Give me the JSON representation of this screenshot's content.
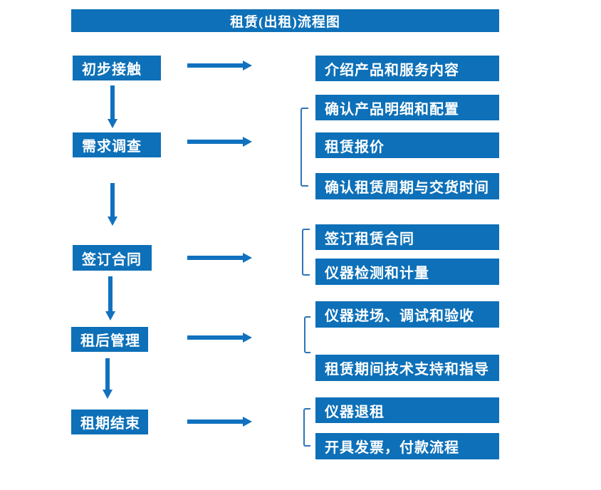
{
  "title": "租赁(出租)流程图",
  "colors": {
    "box": "#0d70b8",
    "arrow": "#1171bf",
    "bracket": "#2e75b6",
    "text": "#ffffff",
    "background": "#ffffff"
  },
  "stages": [
    {
      "label": "初步接触",
      "outputs": [
        "介绍产品和服务内容"
      ]
    },
    {
      "label": "需求调查",
      "outputs": [
        "确认产品明细和配置",
        "租赁报价",
        "确认租赁周期与交货时间"
      ]
    },
    {
      "label": "签订合同",
      "outputs": [
        "签订租赁合同",
        "仪器检测和计量"
      ]
    },
    {
      "label": "租后管理",
      "outputs": [
        "仪器进场、调试和验收",
        "租赁期间技术支持和指导"
      ]
    },
    {
      "label": "租期结束",
      "outputs": [
        "仪器退租",
        "开具发票，付款流程"
      ]
    }
  ]
}
